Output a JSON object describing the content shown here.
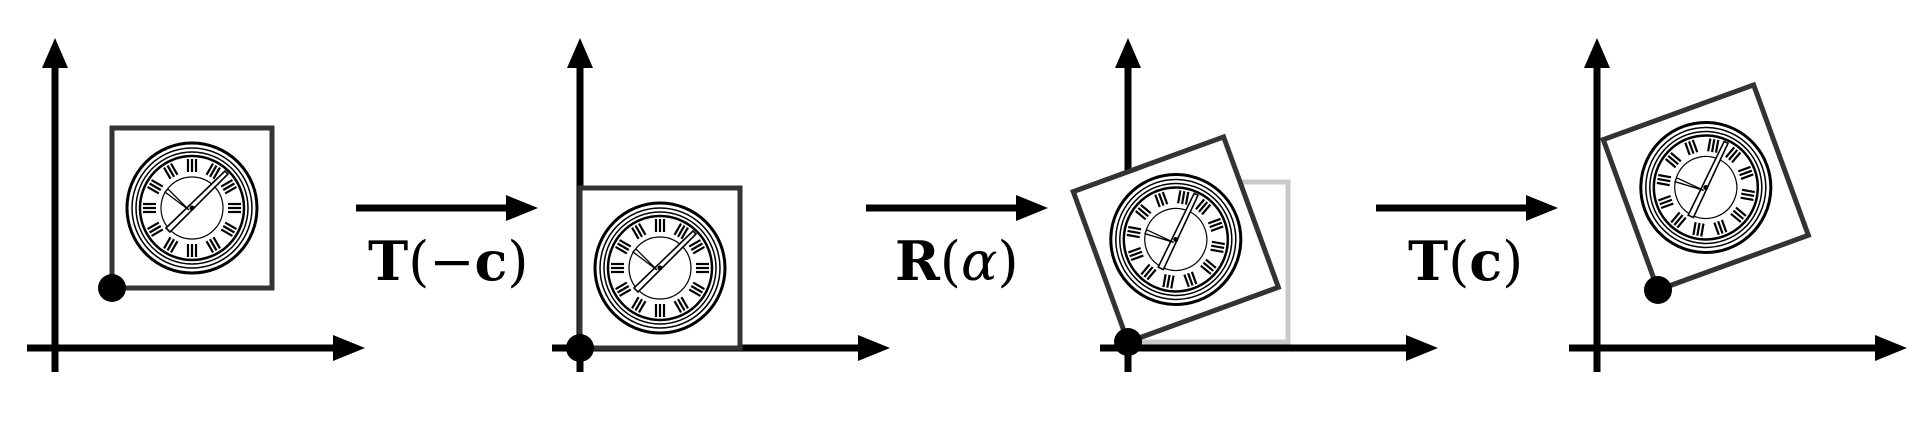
{
  "colors": {
    "ink": "#000000",
    "frame": "#333333",
    "ghost": "#bbbbbb"
  },
  "steps": [
    {
      "op": "T",
      "arg_sign": "−",
      "arg_symbol": "c",
      "arg_style": "bold"
    },
    {
      "op": "R",
      "arg_sign": "",
      "arg_symbol": "α",
      "arg_style": "italic"
    },
    {
      "op": "T",
      "arg_sign": "",
      "arg_symbol": "c",
      "arg_style": "bold"
    }
  ],
  "panels": [
    {
      "rotation_deg": 0
    },
    {
      "rotation_deg": 0
    },
    {
      "rotation_deg": -20
    },
    {
      "rotation_deg": -20
    }
  ],
  "icons": {
    "object": "clock-icon",
    "pivot": "pivot-dot-icon",
    "step": "arrow-right-icon"
  }
}
